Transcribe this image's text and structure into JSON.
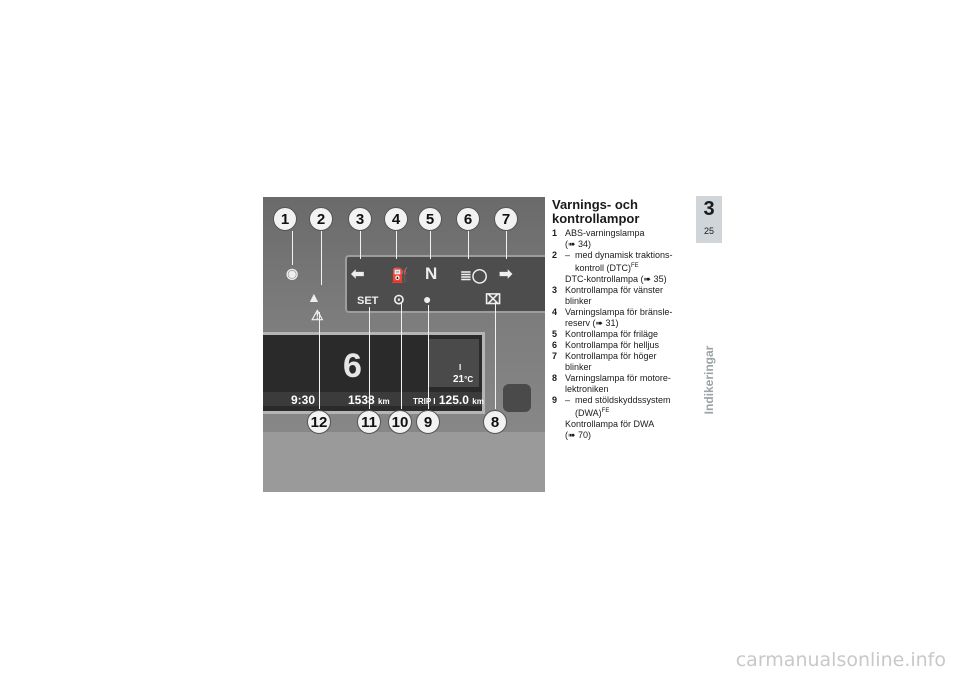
{
  "figure": {
    "callouts_top": [
      "1",
      "2",
      "3",
      "4",
      "5",
      "6",
      "7"
    ],
    "callouts_bottom": [
      "12",
      "11",
      "10",
      "9",
      "8"
    ],
    "lcd": {
      "set": "SET",
      "time": "9:30",
      "odometer_value": "1538",
      "odometer_unit": "km",
      "trip_label": "TRIP I",
      "trip_value": "125.0",
      "trip_unit": "km",
      "gear": "6",
      "temp_value": "21",
      "temp_unit": "°C",
      "fuel_mark": "I"
    },
    "tell_glyphs": {
      "left_arrow": "⬅",
      "neutral": "N",
      "right_arrow": "➡"
    }
  },
  "heading": "Varnings- och kontrollampor",
  "items": [
    {
      "num": "1",
      "lines": [
        "ABS-varningslampa",
        "(➠ 34)"
      ]
    },
    {
      "num": "2",
      "dash_line": "med dynamisk traktions-",
      "indent_line": "kontroll (DTC)",
      "superscript": "FE",
      "extra_line": "DTC-kontrollampa  (➠ 35)"
    },
    {
      "num": "3",
      "lines": [
        "Kontrollampa för vänster",
        "blinker"
      ]
    },
    {
      "num": "4",
      "lines": [
        "Varningslampa för bränsle-",
        "reserv  (➠ 31)"
      ]
    },
    {
      "num": "5",
      "lines": [
        "Kontrollampa för friläge"
      ]
    },
    {
      "num": "6",
      "lines": [
        "Kontrollampa för helljus"
      ]
    },
    {
      "num": "7",
      "lines": [
        "Kontrollampa för höger",
        "blinker"
      ]
    },
    {
      "num": "8",
      "lines": [
        "Varningslampa för motore-",
        "lektroniken"
      ]
    },
    {
      "num": "9",
      "dash_line": "med stöldskyddssystem",
      "indent_line": "(DWA)",
      "superscript": "FE",
      "extra_line": "Kontrollampa för DWA",
      "extra_line2": "(➠ 70)"
    }
  ],
  "tab": {
    "chapter": "3",
    "page": "25",
    "label": "Indikeringar"
  },
  "watermark": "carmanualsonline.info"
}
